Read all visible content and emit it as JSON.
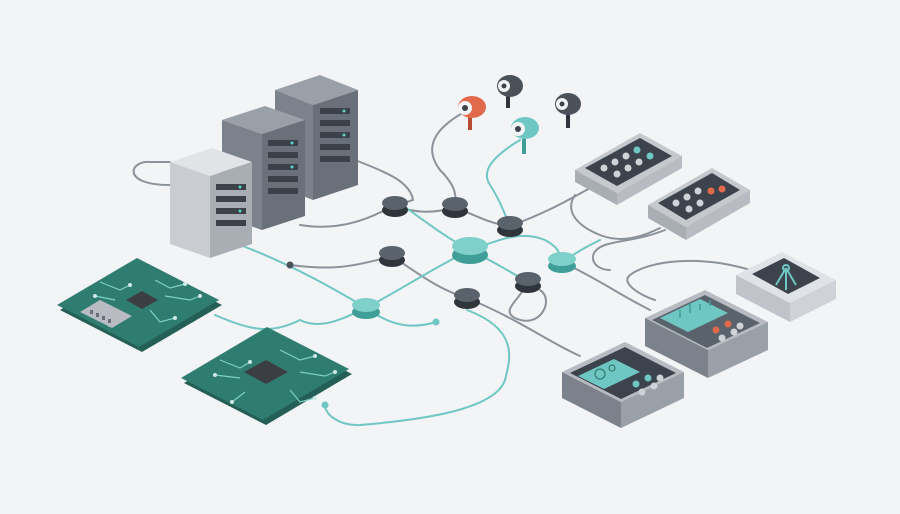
{
  "colors": {
    "background": "#f3f4f6",
    "teal": "#6fc7c3",
    "teal_dark": "#3f9e98",
    "wire_gray": "#8b929a",
    "hub_gray": "#4a5159",
    "server_light": "#c9ccd1",
    "server_dark": "#7c828b",
    "board_green": "#2f7c70",
    "chip_dark": "#3b3f44",
    "sensor_orange": "#e06a4b",
    "device_body": "#dfe2e6",
    "screen_dark": "#3c434c"
  },
  "icons": {
    "servers": "server-rack-icon",
    "boards": "circuit-board-icon",
    "sensors": "camera-sensor-icon",
    "controllers": "control-panel-icon",
    "handhelds": "handheld-device-icon",
    "display": "tripod-display-icon"
  },
  "counts": {
    "servers": 3,
    "circuit_boards": 2,
    "sensors": 4,
    "control_panels": 2,
    "handheld_devices": 2,
    "hub_nodes": 10
  }
}
